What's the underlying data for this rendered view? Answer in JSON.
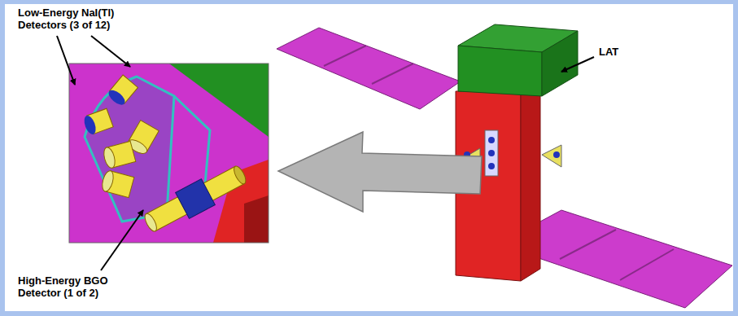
{
  "diagram": {
    "labels": [
      "Low-Energy NaI(Tl) Detectors (3 of 12)",
      "LAT",
      "High-Energy BGO Detector (1 of 2)"
    ]
  }
}
